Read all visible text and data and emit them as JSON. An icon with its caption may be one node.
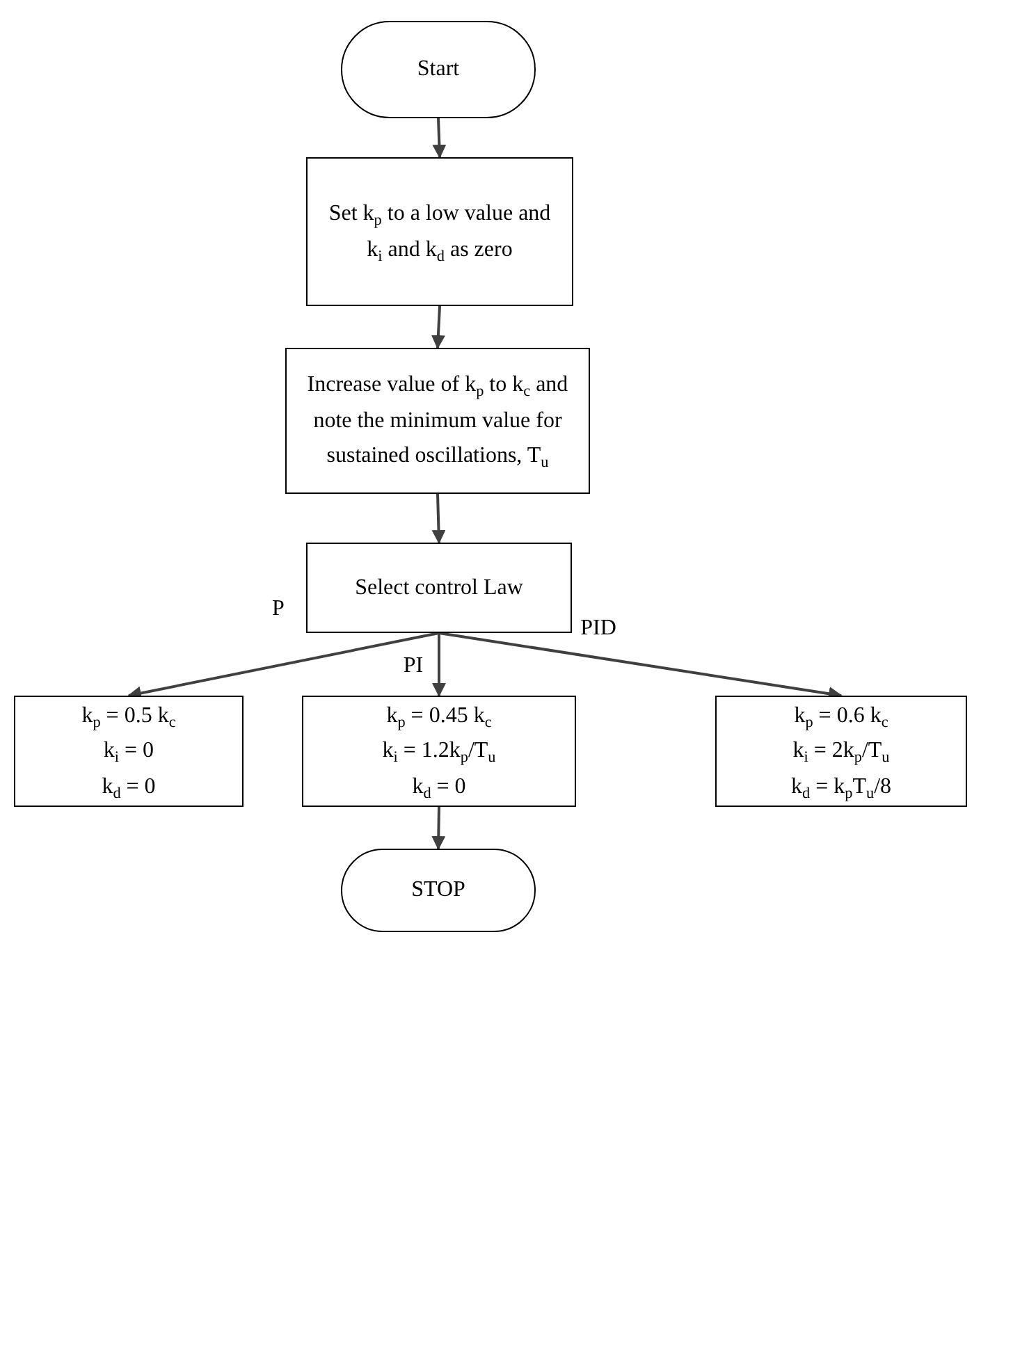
{
  "diagram": {
    "nodes": [
      {
        "text": [
          "Start"
        ]
      },
      {
        "text": [
          "Set  k$_{p}$ to a low value and k$_{i}$ and k$_{d}$ as zero"
        ]
      },
      {
        "text": [
          "Increase value of k$_{p}$ to k$_{c}$  and note the minimum value for sustained oscillations, T$_{u}$"
        ]
      },
      {
        "text": [
          "Select control Law"
        ]
      },
      {
        "text": [
          "k$_{p}$ = 0.5 k$_{c}$",
          "k$_{i}$ = 0",
          "k$_{d}$ = 0"
        ]
      },
      {
        "text": [
          "k$_{p}$ = 0.45 k$_{c}$",
          "k$_{i}$ = 1.2k$_{p}$/T$_{u}$",
          "k$_{d}$ = 0"
        ]
      },
      {
        "text": [
          "k$_{p}$ = 0.6 k$_{c}$",
          "k$_{i}$ = 2k$_{p}$/T$_{u}$",
          "k$_{d}$ = k$_{p}$T$_{u}$/8"
        ]
      },
      {
        "text": [
          "STOP"
        ]
      }
    ],
    "edges": [
      {
        "from": 0,
        "to": 1,
        "arrow": "to"
      },
      {
        "from": 1,
        "to": 2,
        "arrow": "to"
      },
      {
        "from": 2,
        "to": 3,
        "arrow": "to"
      },
      {
        "from": 3,
        "to": 4,
        "arrow": "to",
        "label": "P"
      },
      {
        "from": 3,
        "to": 5,
        "arrow": "to",
        "label": "PI"
      },
      {
        "from": 3,
        "to": 6,
        "arrow": "to",
        "label": "PID"
      },
      {
        "from": 5,
        "to": 7,
        "arrow": "to"
      }
    ]
  }
}
